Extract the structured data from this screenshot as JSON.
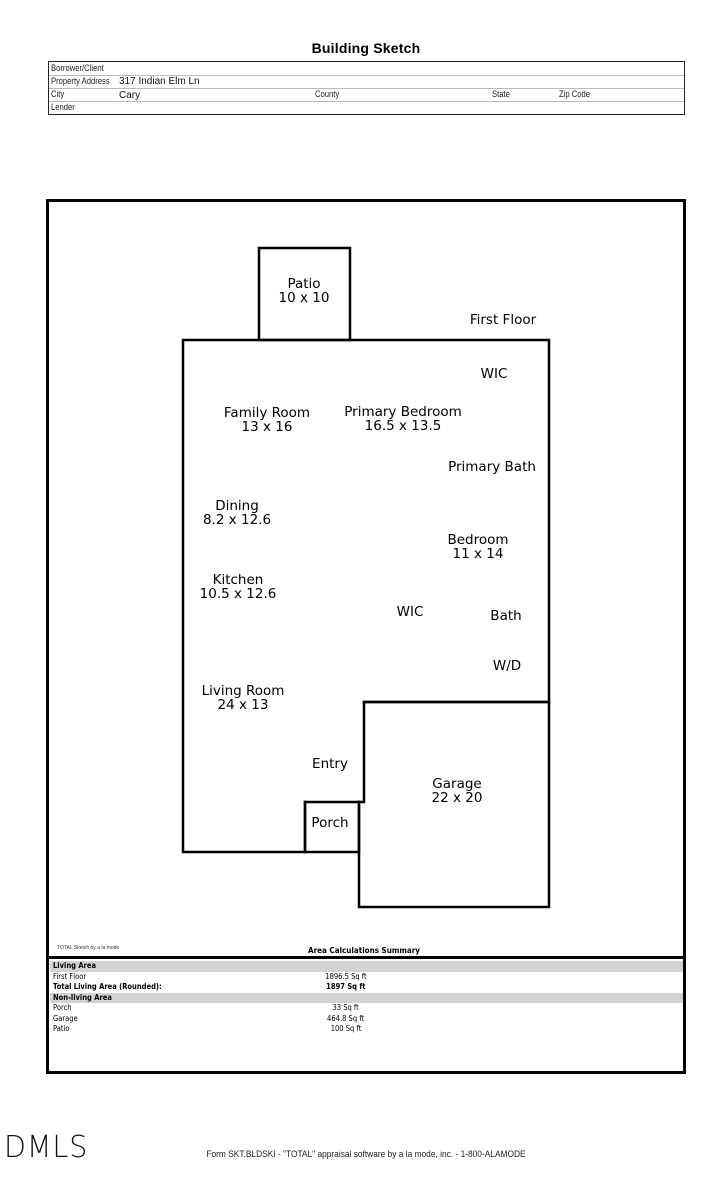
{
  "header": {
    "title": "Building Sketch",
    "fields": {
      "borrower_label": "Borrower/Client",
      "borrower_value": "",
      "address_label": "Property Address",
      "address_value": "317 Indian Elm Ln",
      "city_label": "City",
      "city_value": "Cary",
      "county_label": "County",
      "state_label": "State",
      "zip_label": "Zip Code",
      "lender_label": "Lender"
    }
  },
  "sketch": {
    "floor_label": "First Floor",
    "rooms": [
      {
        "name": "Patio",
        "dims": "10 x 10"
      },
      {
        "name": "WIC",
        "dims": ""
      },
      {
        "name": "Family Room",
        "dims": "13 x 16"
      },
      {
        "name": "Primary Bedroom",
        "dims": "16.5 x 13.5"
      },
      {
        "name": "Primary Bath",
        "dims": ""
      },
      {
        "name": "Dining",
        "dims": "8.2 x 12.6"
      },
      {
        "name": "Bedroom",
        "dims": "11 x 14"
      },
      {
        "name": "Kitchen",
        "dims": "10.5 x 12.6"
      },
      {
        "name": "WIC",
        "dims": ""
      },
      {
        "name": "Bath",
        "dims": ""
      },
      {
        "name": "W/D",
        "dims": ""
      },
      {
        "name": "Living Room",
        "dims": "24 x 13"
      },
      {
        "name": "Entry",
        "dims": ""
      },
      {
        "name": "Garage",
        "dims": "22 x 20"
      },
      {
        "name": "Porch",
        "dims": ""
      }
    ]
  },
  "summary": {
    "credit": "TOTAL Sketch by a la mode",
    "title": "Area Calculations Summary",
    "living_section": "Living Area",
    "living_rows": [
      {
        "label": "First Floor",
        "value": "1896.5 Sq ft"
      },
      {
        "label": "Total Living Area (Rounded):",
        "value": "1897 Sq ft"
      }
    ],
    "nonliving_section": "Non-living Area",
    "nonliving_rows": [
      {
        "label": "Porch",
        "value": "33 Sq ft"
      },
      {
        "label": "Garage",
        "value": "464.8 Sq ft"
      },
      {
        "label": "Patio",
        "value": "100 Sq ft"
      }
    ]
  },
  "footer": {
    "logo": "DMLS",
    "form_text": "Form SKT.BLDSKI - \"TOTAL\" appraisal software by a la mode, inc. - 1-800-ALAMODE"
  },
  "colors": {
    "line": "#000000",
    "section_bar": "#d3d3d3"
  }
}
